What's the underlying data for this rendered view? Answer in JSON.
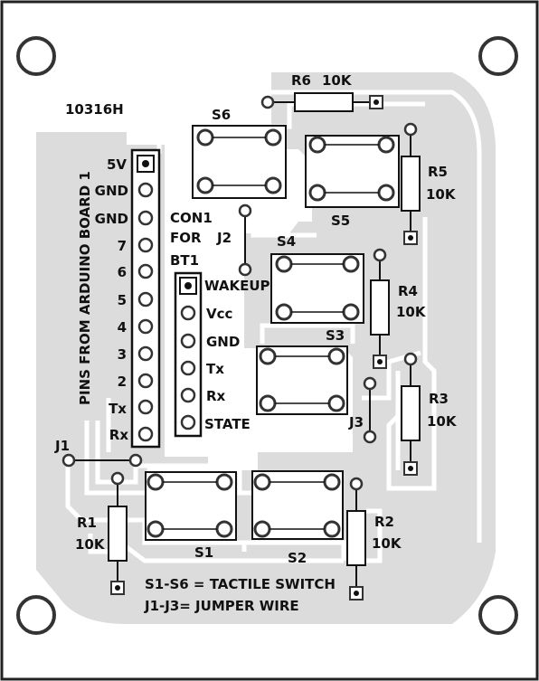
{
  "board_code": "10316H",
  "side_label": "PINS FROM ARDUINO BOARD 1",
  "con1": {
    "label_line1": "CON1",
    "label_line2": "FOR",
    "label_line3": "BT1",
    "pins": [
      "WAKEUP",
      "Vcc",
      "GND",
      "Tx",
      "Rx",
      "STATE"
    ]
  },
  "arduino_header": {
    "pins": [
      "5V",
      "GND",
      "GND",
      "7",
      "6",
      "5",
      "4",
      "3",
      "2",
      "Tx",
      "Rx"
    ]
  },
  "resistors": {
    "r1": {
      "name": "R1",
      "value": "10K"
    },
    "r2": {
      "name": "R2",
      "value": "10K"
    },
    "r3": {
      "name": "R3",
      "value": "10K"
    },
    "r4": {
      "name": "R4",
      "value": "10K"
    },
    "r5": {
      "name": "R5",
      "value": "10K"
    },
    "r6": {
      "name": "R6",
      "value": "10K"
    }
  },
  "switches": {
    "s1": "S1",
    "s2": "S2",
    "s3": "S3",
    "s4": "S4",
    "s5": "S5",
    "s6": "S6"
  },
  "jumpers": {
    "j1": "J1",
    "j2": "J2",
    "j3": "J3"
  },
  "notes": {
    "line1": "S1-S6 = TACTILE SWITCH",
    "line2": "J1-J3= JUMPER WIRE"
  }
}
